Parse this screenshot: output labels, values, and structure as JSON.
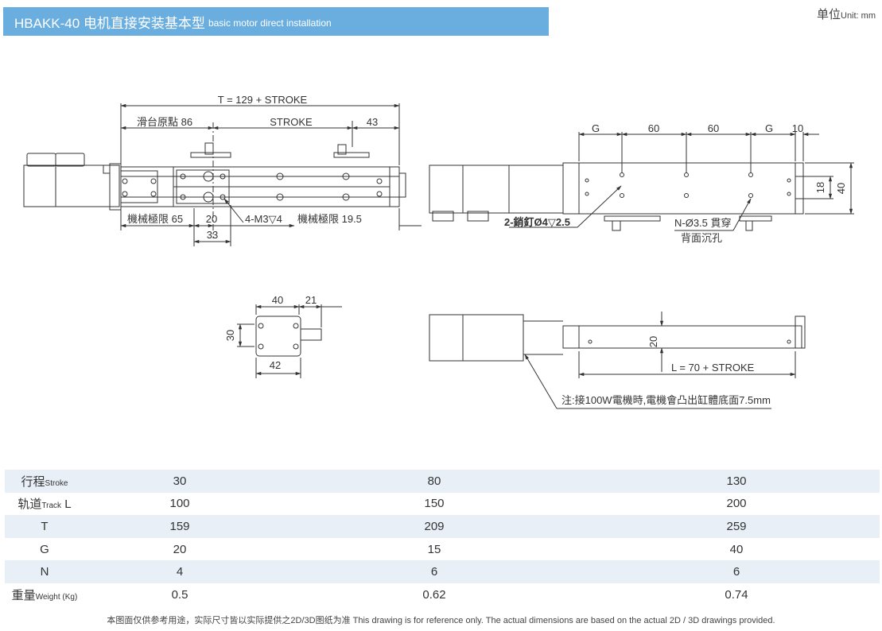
{
  "header": {
    "title": "HBAKK-40 电机直接安装基本型",
    "subtitle": "basic motor direct installation",
    "unit_label": "单位",
    "unit_value": "Unit: mm"
  },
  "colors": {
    "title_bg": "#6aaee0",
    "row_alt": "#e8eff7",
    "line": "#333333"
  },
  "drawing": {
    "top_view": {
      "dim_t": "T = 129 + STROKE",
      "dim_home": "滑台原點 86",
      "dim_stroke": "STROKE",
      "dim_43": "43",
      "dim_mech65": "機械極限 65",
      "dim_20": "20",
      "dim_33": "33",
      "dim_thread": "4-M3",
      "dim_thread_depth": "4",
      "dim_mech195": "機械極限 19.5"
    },
    "side_view": {
      "dim_g1": "G",
      "dim_60a": "60",
      "dim_60b": "60",
      "dim_g2": "G",
      "dim_10": "10",
      "dim_18": "18",
      "dim_40": "40",
      "dim_pin": "2-銷釘Ø4",
      "dim_pin_depth": "2.5",
      "dim_hole": "N-Ø3.5 貫穿",
      "dim_hole2": "背面沉孔"
    },
    "end_view": {
      "dim_40": "40",
      "dim_21": "21",
      "dim_30": "30",
      "dim_42": "42"
    },
    "bottom_view": {
      "dim_20": "20",
      "dim_l": "L = 70 + STROKE",
      "note": "注:接100W電機時,電機會凸出缸體底面7.5mm"
    }
  },
  "table": {
    "rows": [
      {
        "label": "行程",
        "label_en": "Stroke",
        "values": [
          "30",
          "80",
          "130"
        ]
      },
      {
        "label": "轨道",
        "label_en": "Track",
        "label_suffix": "L",
        "values": [
          "100",
          "150",
          "200"
        ]
      },
      {
        "label": "T",
        "label_en": "",
        "values": [
          "159",
          "209",
          "259"
        ]
      },
      {
        "label": "G",
        "label_en": "",
        "values": [
          "20",
          "15",
          "40"
        ]
      },
      {
        "label": "N",
        "label_en": "",
        "values": [
          "4",
          "6",
          "6"
        ]
      },
      {
        "label": "重量",
        "label_en": "Weight (Kg)",
        "values": [
          "0.5",
          "0.62",
          "0.74"
        ]
      }
    ]
  },
  "footnote": "本图面仅供参考用途，实际尺寸皆以实际提供之2D/3D图纸为准 This drawing is for reference only. The actual dimensions are based on the actual 2D / 3D drawings provided."
}
